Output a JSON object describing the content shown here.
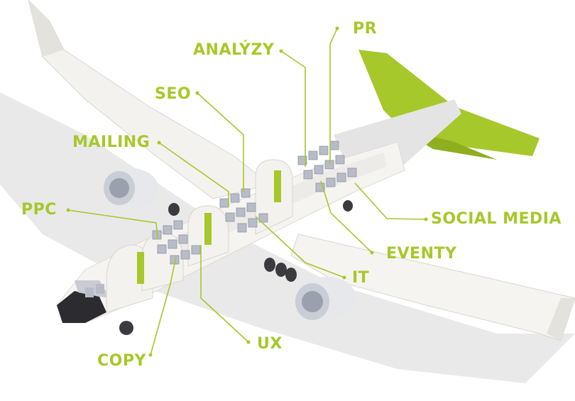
{
  "labels": {
    "pr": "PR",
    "analyzy": "ANALÝZY",
    "seo": "SEO",
    "mailing": "MAILING",
    "ppc": "PPC",
    "social_media": "SOCIAL MEDIA",
    "eventy": "EVENTY",
    "it": "IT",
    "ux": "UX",
    "copy": "COPY"
  },
  "colors": {
    "accent": "#a6c82a",
    "fuselage": "#f4f2ee",
    "shadow": "#e6e6e6",
    "seat": "#b8bcc8",
    "engine": "#d9dde3",
    "cockpit": "#2b2b30"
  }
}
